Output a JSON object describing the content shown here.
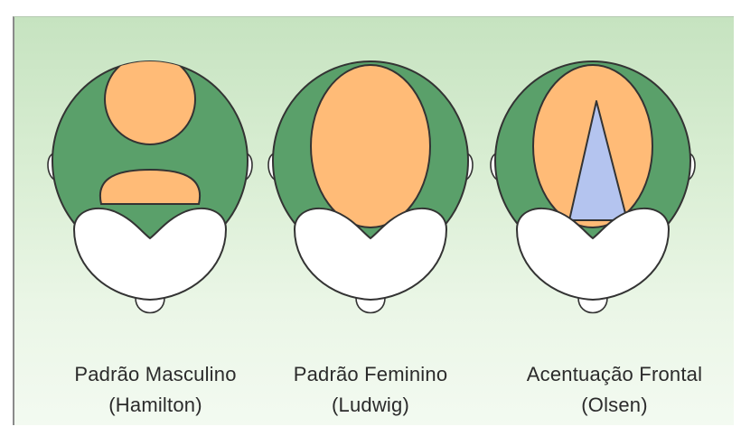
{
  "colors": {
    "scalp": "#5aa06a",
    "thinning": "#ffbb77",
    "frontal_wedge": "#b4c4ef",
    "face_hairline": "#ffffff",
    "outline": "#333333",
    "background_top": "#c6e3c0",
    "background_bottom": "#f3faf1"
  },
  "patterns": [
    {
      "id": "male",
      "title": "Padrão Masculino",
      "subtitle": "(Hamilton)"
    },
    {
      "id": "female",
      "title": "Padrão Feminino",
      "subtitle": "(Ludwig)"
    },
    {
      "id": "frontal",
      "title": "Acentuação Frontal",
      "subtitle": "(Olsen)"
    }
  ]
}
